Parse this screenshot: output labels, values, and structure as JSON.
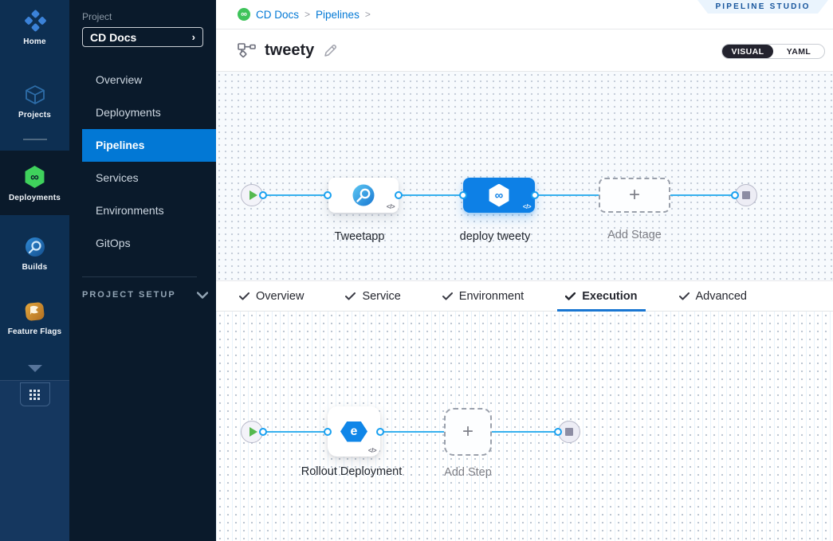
{
  "rail": {
    "items": [
      "Home",
      "Projects",
      "Deployments",
      "Builds",
      "Feature Flags"
    ],
    "active_item": "Deployments"
  },
  "panel": {
    "project_label": "Project",
    "project_name": "CD Docs",
    "items": [
      "Overview",
      "Deployments",
      "Pipelines",
      "Services",
      "Environments",
      "GitOps"
    ],
    "selected_item": "Pipelines",
    "setup_label": "PROJECT SETUP"
  },
  "header": {
    "breadcrumb": [
      "CD Docs",
      "Pipelines"
    ],
    "separator": ">",
    "badge": "PIPELINE STUDIO",
    "pipeline_name": "tweety",
    "toggle": {
      "visual": "VISUAL",
      "yaml": "YAML"
    }
  },
  "stages": {
    "nodes": [
      {
        "name": "Tweetapp",
        "type": "ci-build-stage",
        "selected": false
      },
      {
        "name": "deploy tweety",
        "type": "cd-deploy-stage",
        "selected": true
      }
    ],
    "add_label": "Add Stage"
  },
  "tabs": [
    "Overview",
    "Service",
    "Environment",
    "Execution",
    "Advanced"
  ],
  "active_tab": "Execution",
  "execution": {
    "steps": [
      {
        "name": "Rollout Deployment",
        "type": "k8s-rollout"
      }
    ],
    "add_label": "Add Step"
  },
  "glyphs": {
    "code": "</>",
    "plus": "+",
    "infinity": "∞",
    "rollout": "e"
  },
  "colors": {
    "accent_blue": "#0278d5",
    "node_blue": "#0d80e6",
    "flow_line": "#36b0ee",
    "harness_green": "#3ec35a",
    "rail_bg": "#0d2f52",
    "panel_bg": "#0a1a2b",
    "play_green": "#55b94e",
    "tab_underline": "#1976d2"
  }
}
